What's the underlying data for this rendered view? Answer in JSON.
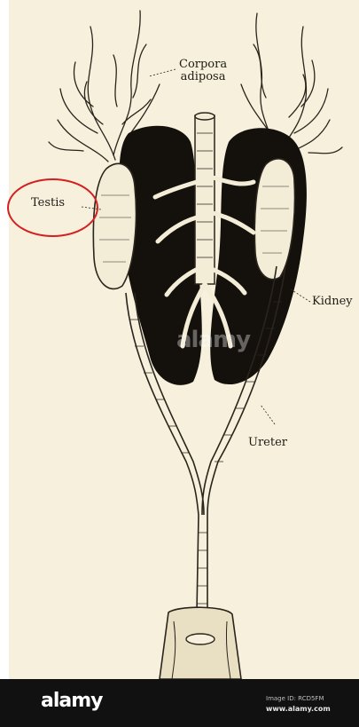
{
  "labels": {
    "corpora_line1": "Corpora",
    "corpora_line2": "adiposa",
    "testis": "Testis",
    "kidney": "Kidney",
    "ureter": "Ureter"
  },
  "watermark": {
    "center_text": "alamy",
    "footer_logo": "alamy",
    "image_id": "Image ID: RCD5FM",
    "site": "www.alamy.com"
  },
  "colors": {
    "paper": "#f6f0dc",
    "ink": "#1f1b16",
    "highlight": "#d42020",
    "footer": "#111111"
  }
}
